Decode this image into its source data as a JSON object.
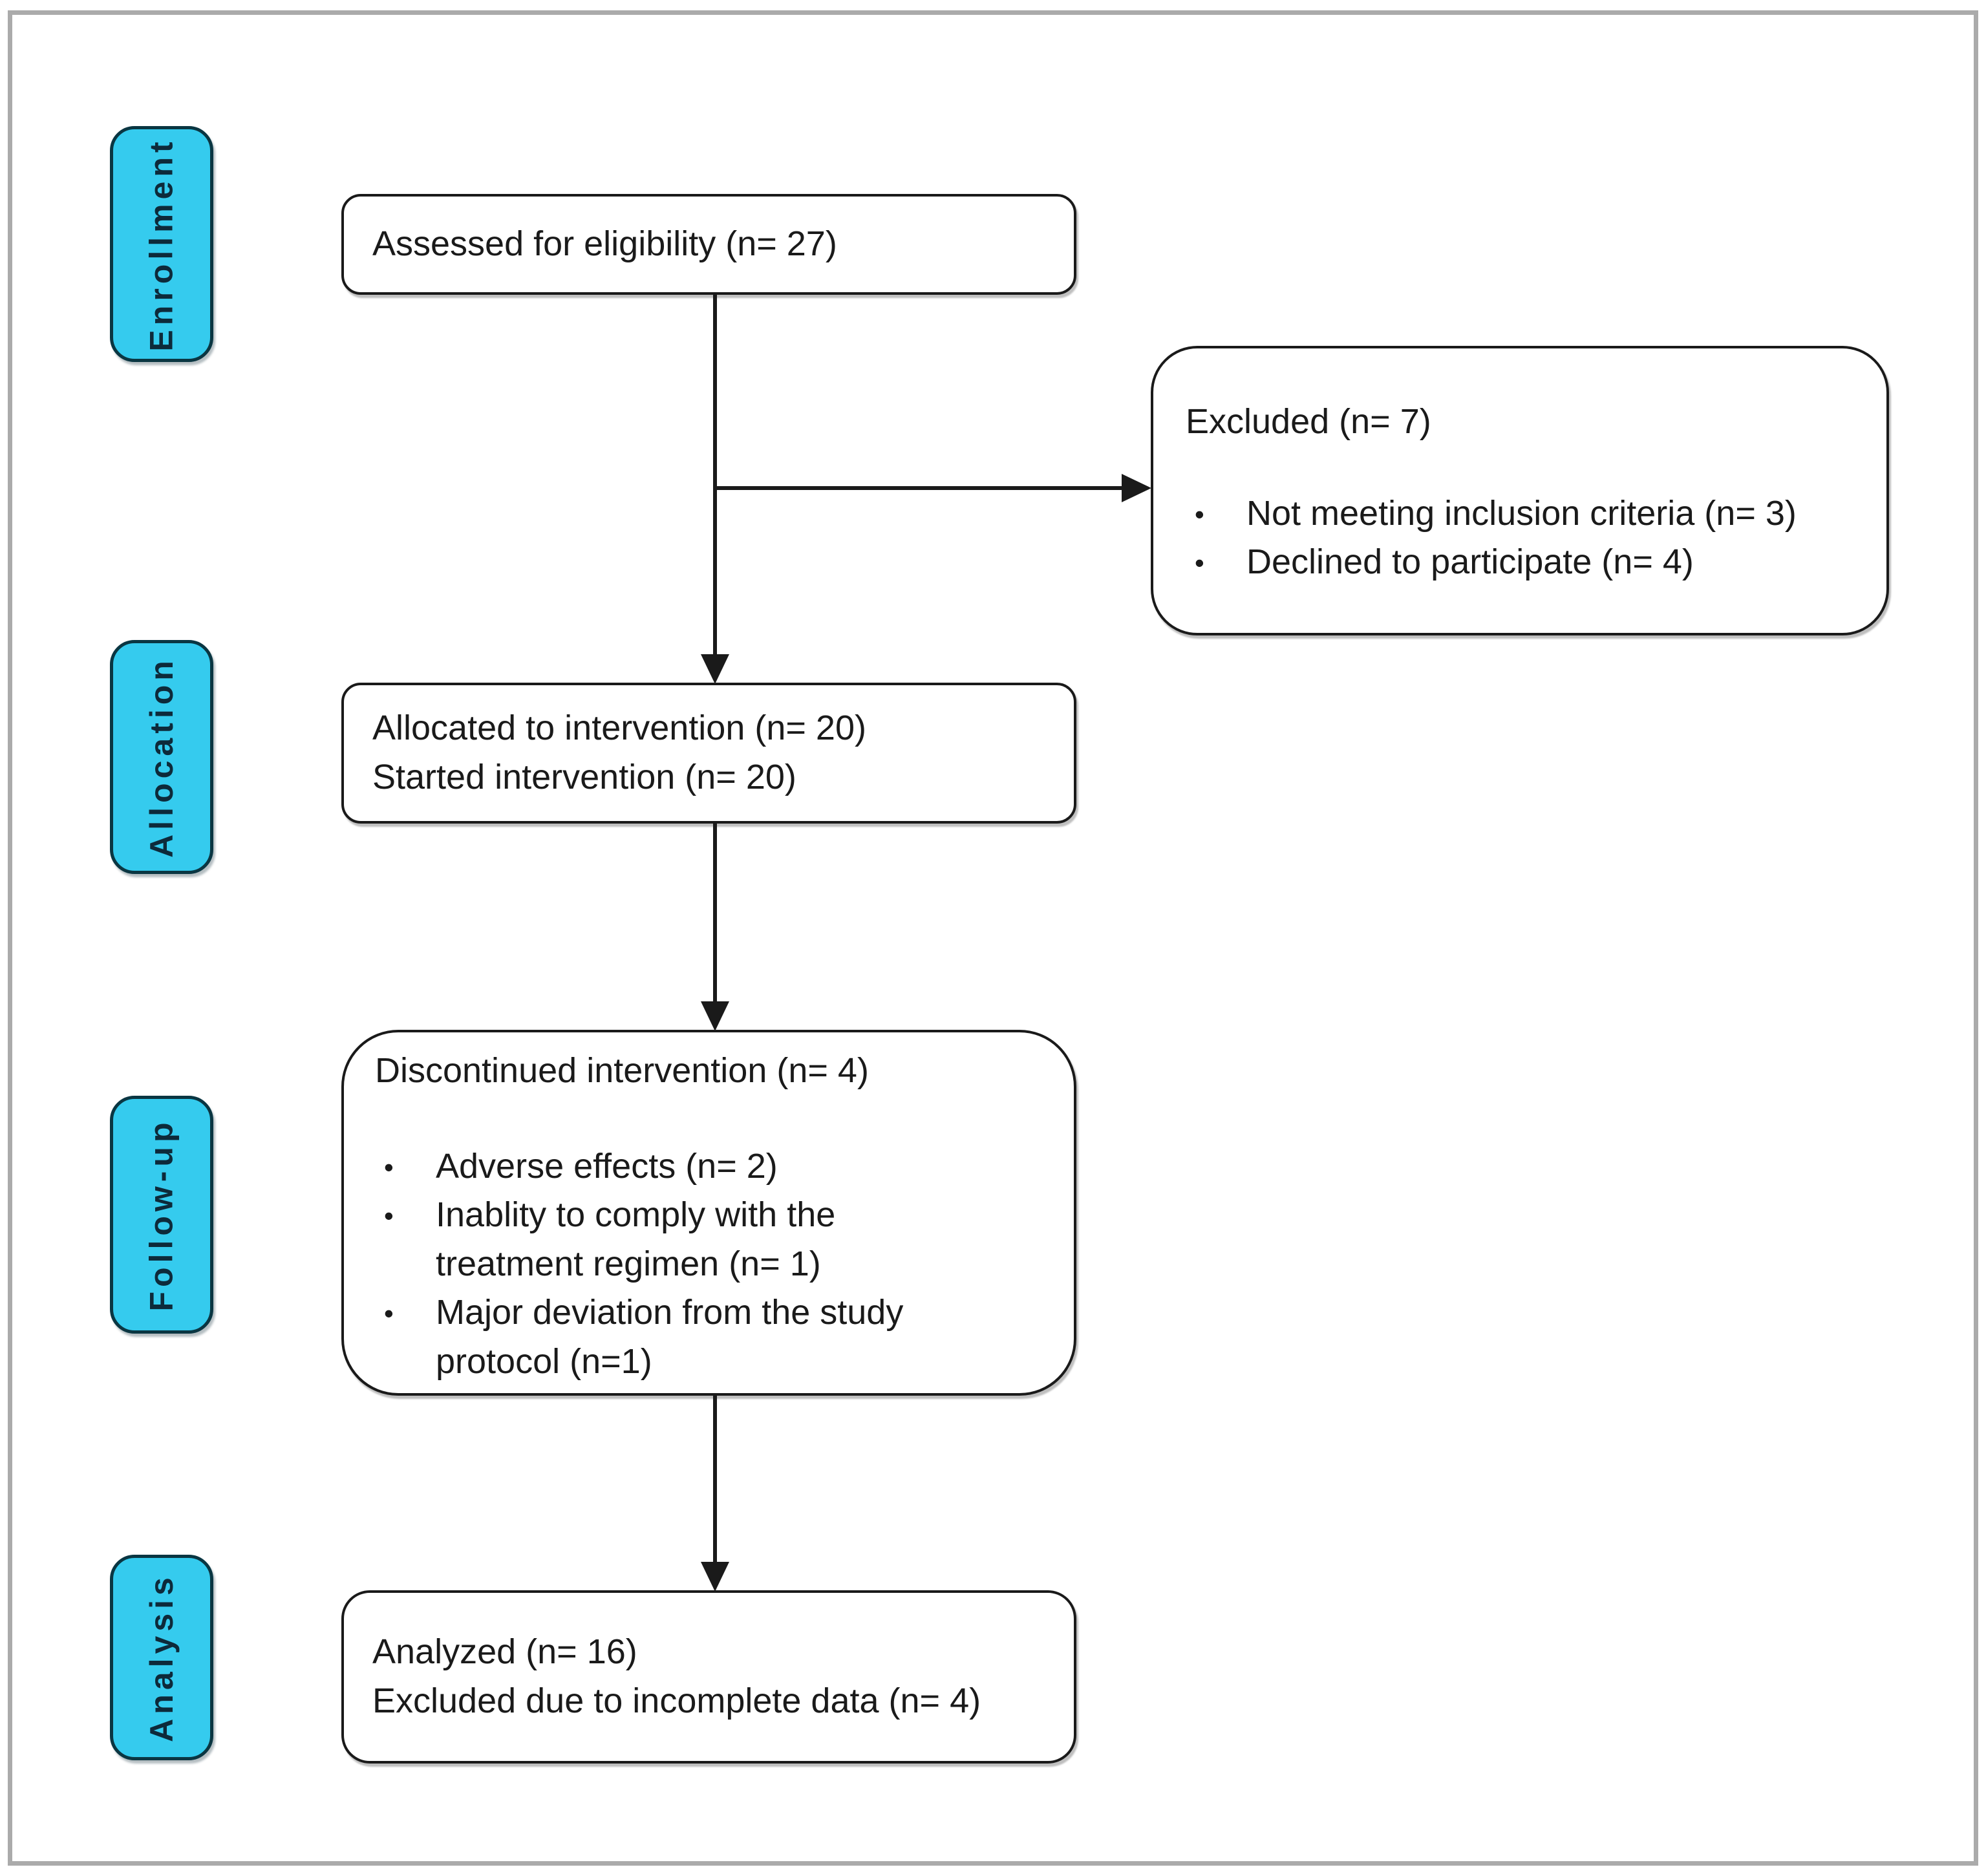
{
  "colors": {
    "stage_fill": "#35CBEE",
    "stage_border": "#0A3642",
    "stage_text": "#0D2A3A",
    "box_border": "#1A1A1A",
    "text": "#1A1A1A",
    "frame": "#ABABAB",
    "arrow": "#1A1A1A"
  },
  "stages": [
    {
      "label": "Enrollment"
    },
    {
      "label": "Allocation"
    },
    {
      "label": "Follow-up"
    },
    {
      "label": "Analysis"
    }
  ],
  "boxes": {
    "assessed": {
      "line1": "Assessed for eligibility (n= 27)"
    },
    "excluded": {
      "title": "Excluded (n= 7)",
      "bullets": [
        "Not meeting inclusion criteria (n= 3)",
        "Declined to participate (n= 4)"
      ]
    },
    "allocated": {
      "line1": "Allocated to intervention (n= 20)",
      "line2": "Started intervention (n= 20)"
    },
    "discontinued": {
      "title": "Discontinued intervention (n= 4)",
      "bullets": [
        "Adverse effects (n= 2)",
        "Inablity to comply with the treatment regimen (n= 1)",
        "Major deviation from the study protocol (n=1)"
      ]
    },
    "analyzed": {
      "line1": "Analyzed (n= 16)",
      "line2": "Excluded due to incomplete data (n= 4)"
    }
  }
}
